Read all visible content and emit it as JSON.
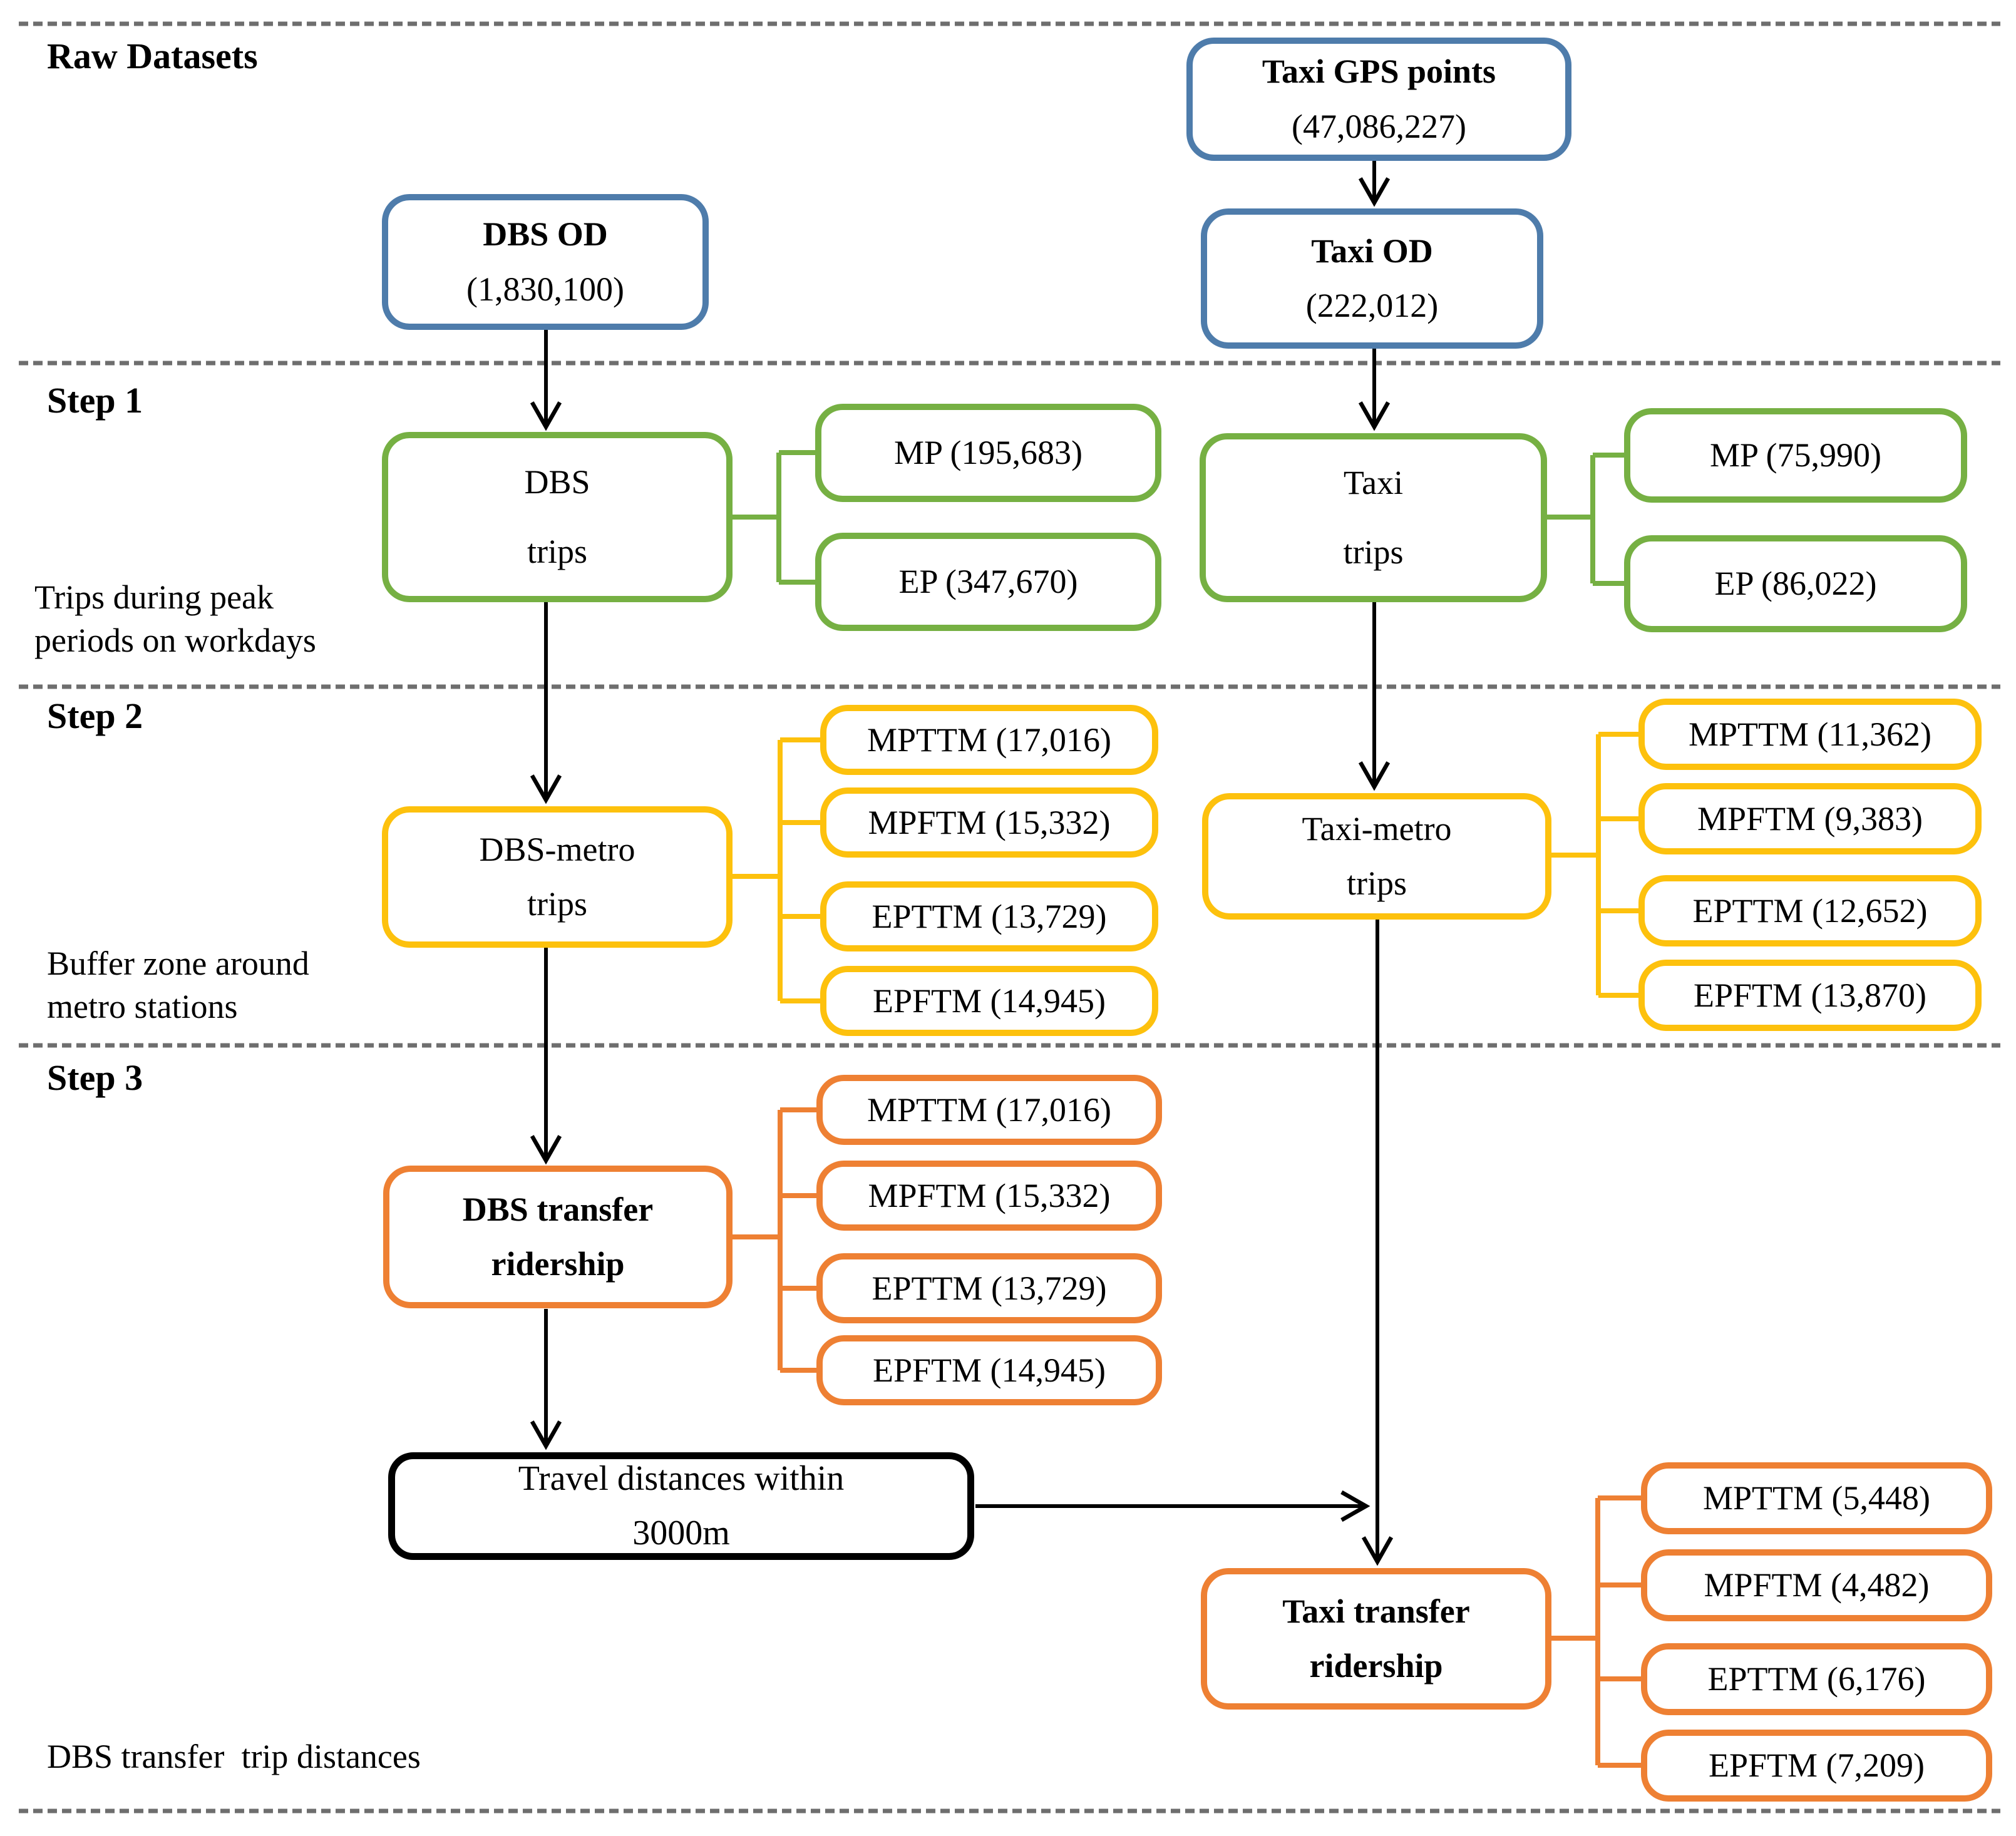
{
  "sections": {
    "raw_datasets": "Raw Datasets",
    "step1": "Step 1",
    "step2": "Step 2",
    "step3": "Step 3"
  },
  "notes": {
    "step1_line1": "Trips during peak",
    "step1_line2": "periods on workdays",
    "step2_line1": "Buffer zone around",
    "step2_line2": "metro stations",
    "bottom": "DBS transfer  trip distances"
  },
  "nodes": {
    "taxi_gps": {
      "line1": "Taxi GPS points",
      "line2": "(47,086,227)"
    },
    "dbs_od": {
      "line1": "DBS OD",
      "line2": "(1,830,100)"
    },
    "taxi_od": {
      "line1": "Taxi OD",
      "line2": "(222,012)"
    },
    "dbs_trips": {
      "line1": "DBS",
      "line2": "trips"
    },
    "taxi_trips": {
      "line1": "Taxi",
      "line2": "trips"
    },
    "dbs_metro": {
      "line1": "DBS-metro",
      "line2": "trips"
    },
    "taxi_metro": {
      "line1": "Taxi-metro",
      "line2": "trips"
    },
    "dbs_transfer": {
      "line1": "DBS transfer",
      "line2": "ridership"
    },
    "taxi_transfer": {
      "line1": "Taxi transfer",
      "line2": "ridership"
    },
    "travel_dist": {
      "line1": "Travel distances within",
      "line2": "3000m"
    }
  },
  "leaves": {
    "step1_dbs": [
      "MP (195,683)",
      "EP (347,670)"
    ],
    "step1_taxi": [
      "MP (75,990)",
      "EP (86,022)"
    ],
    "step2_dbs": [
      "MPTTM (17,016)",
      "MPFTM (15,332)",
      "EPTTM (13,729)",
      "EPFTM (14,945)"
    ],
    "step2_taxi": [
      "MPTTM (11,362)",
      "MPFTM (9,383)",
      "EPTTM (12,652)",
      "EPFTM (13,870)"
    ],
    "step3_dbs": [
      "MPTTM (17,016)",
      "MPFTM (15,332)",
      "EPTTM (13,729)",
      "EPFTM (14,945)"
    ],
    "step3_taxi": [
      "MPTTM (5,448)",
      "MPFTM (4,482)",
      "EPTTM (6,176)",
      "EPFTM (7,209)"
    ]
  },
  "colors": {
    "raw_box_border": "#4e7cab",
    "step1_box_border": "#76b043",
    "step2_box_border": "#fdc10d",
    "step3_box_border": "#ee8033",
    "travel_box_border": "#000000",
    "divider": "#6e6e6e",
    "arrow": "#000000"
  }
}
